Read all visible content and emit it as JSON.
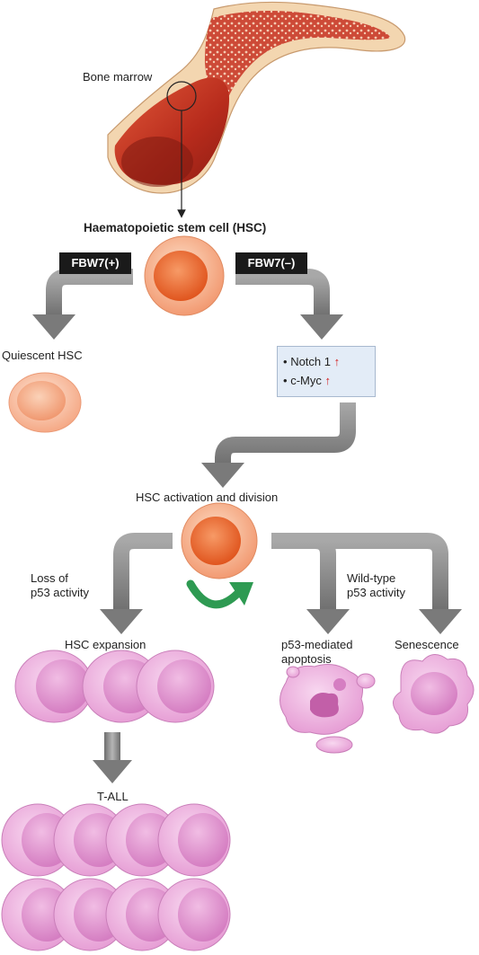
{
  "labels": {
    "bone_marrow": "Bone marrow",
    "hsc_title": "Haematopoietic stem cell (HSC)",
    "fbw7_plus": "FBW7(+)",
    "fbw7_minus": "FBW7(–)",
    "quiescent": "Quiescent HSC",
    "notch": "Notch 1",
    "cmyc": "c-Myc",
    "up_arrow": "↑",
    "bullet": "•",
    "activation": "HSC activation and division",
    "loss_of_1": "Loss of",
    "loss_of_2": "p53 activity",
    "wild_type_1": "Wild-type",
    "wild_type_2": "p53 activity",
    "expansion": "HSC expansion",
    "apoptosis_1": "p53-mediated",
    "apoptosis_2": "apoptosis",
    "senescence": "Senescence",
    "tall": "T-ALL"
  },
  "colors": {
    "bone": "#f3d6b0",
    "marrow": "#c0392b",
    "hsc": "#f07a45",
    "quiescent": "#f6a77d",
    "pink_cell": "#e79ad6",
    "arrow_grey": "#8c8c8c",
    "green_arrow": "#2e9a52",
    "red_up": "#d42020",
    "box_bg": "#e3ecf7"
  }
}
